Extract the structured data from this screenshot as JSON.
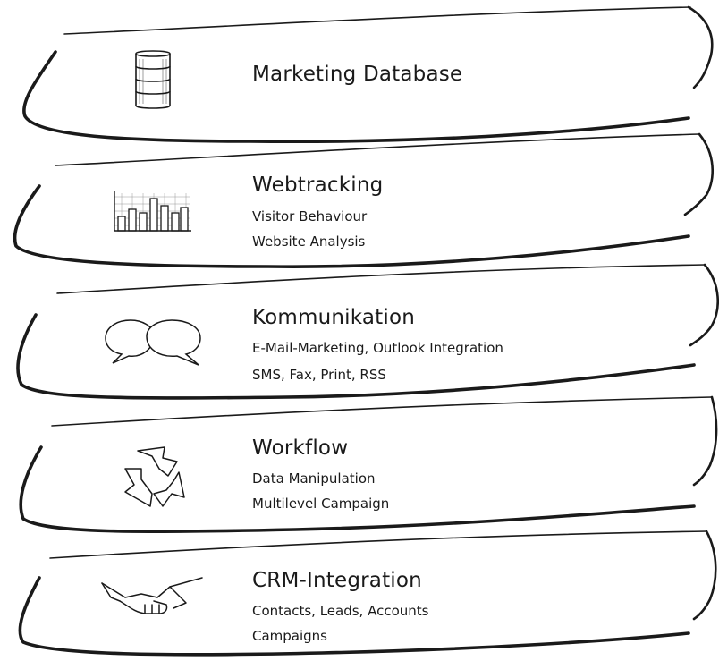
{
  "sections": [
    {
      "title": "Marketing Database",
      "lines": [],
      "icon": "database-icon"
    },
    {
      "title": "Webtracking",
      "lines": [
        "Visitor Behaviour",
        "Website Analysis"
      ],
      "icon": "bar-chart-icon"
    },
    {
      "title": "Kommunikation",
      "lines": [
        "E-Mail-Marketing, Outlook Integration",
        "SMS, Fax, Print, RSS"
      ],
      "icon": "speech-bubbles-icon"
    },
    {
      "title": "Workflow",
      "lines": [
        "Data Manipulation",
        "Multilevel Campaign"
      ],
      "icon": "recycle-arrows-icon"
    },
    {
      "title": "CRM-Integration",
      "lines": [
        "Contacts, Leads, Accounts",
        "Campaigns"
      ],
      "icon": "handshake-icon"
    }
  ],
  "colors": {
    "ink": "#1a1a1a",
    "background": "#ffffff"
  }
}
